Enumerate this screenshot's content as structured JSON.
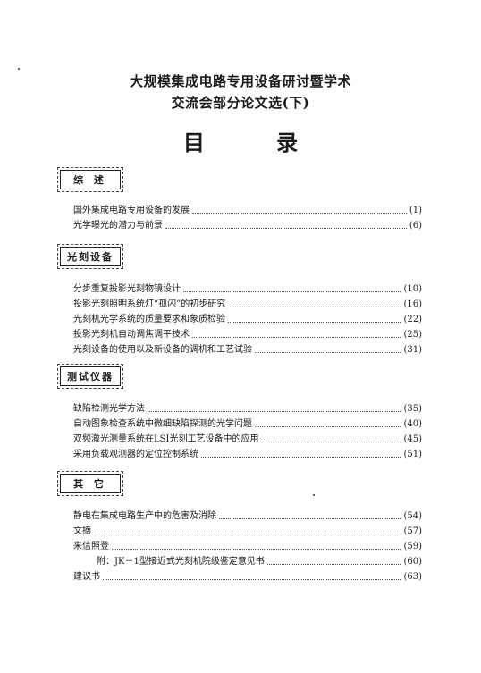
{
  "header": {
    "title_line1": "大规模集成电路专用设备研讨暨学术",
    "title_line2": "交流会部分论文选(下)",
    "contents_heading": "目 录"
  },
  "sections": [
    {
      "label": "综 述",
      "entries": [
        {
          "title": "国外集成电路专用设备的发展",
          "page": "(1)"
        },
        {
          "title": "光学曝光的潜力与前景",
          "page": "(6)"
        }
      ]
    },
    {
      "label": "光刻设备",
      "entries": [
        {
          "title": "分步重复投影光刻物镜设计",
          "page": "(10)"
        },
        {
          "title": "投影光刻照明系统灯“孤闪”的初步研究",
          "page": "(16)"
        },
        {
          "title": "光刻机光学系统的质量要求和象质检验",
          "page": "(22)"
        },
        {
          "title": "投影光刻机自动调焦调平技术",
          "page": "(25)"
        },
        {
          "title": "光刻设备的使用以及新设备的调机和工艺试验",
          "page": "(31)"
        }
      ]
    },
    {
      "label": "测试仪器",
      "entries": [
        {
          "title": "缺陷检测光学方法",
          "page": "(35)"
        },
        {
          "title": "自动图象检查系统中微细缺陷探测的光学问题",
          "page": "(40)"
        },
        {
          "title": "双频激光测量系统在LSI光刻工艺设备中的应用",
          "page": "(45)"
        },
        {
          "title": "采用负载观测器的定位控制系统",
          "page": "(51)"
        }
      ]
    },
    {
      "label": "其 它",
      "entries": [
        {
          "title": "静电在集成电路生产中的危害及消除",
          "page": "(54)"
        },
        {
          "title": "文摘",
          "page": "(57)"
        },
        {
          "title": "来信照登",
          "page": "(59)"
        },
        {
          "title": "附：JK－1型接近式光刻机院级鉴定意见书",
          "page": "(60)"
        },
        {
          "title": "建议书",
          "page": "(63)"
        }
      ]
    }
  ]
}
